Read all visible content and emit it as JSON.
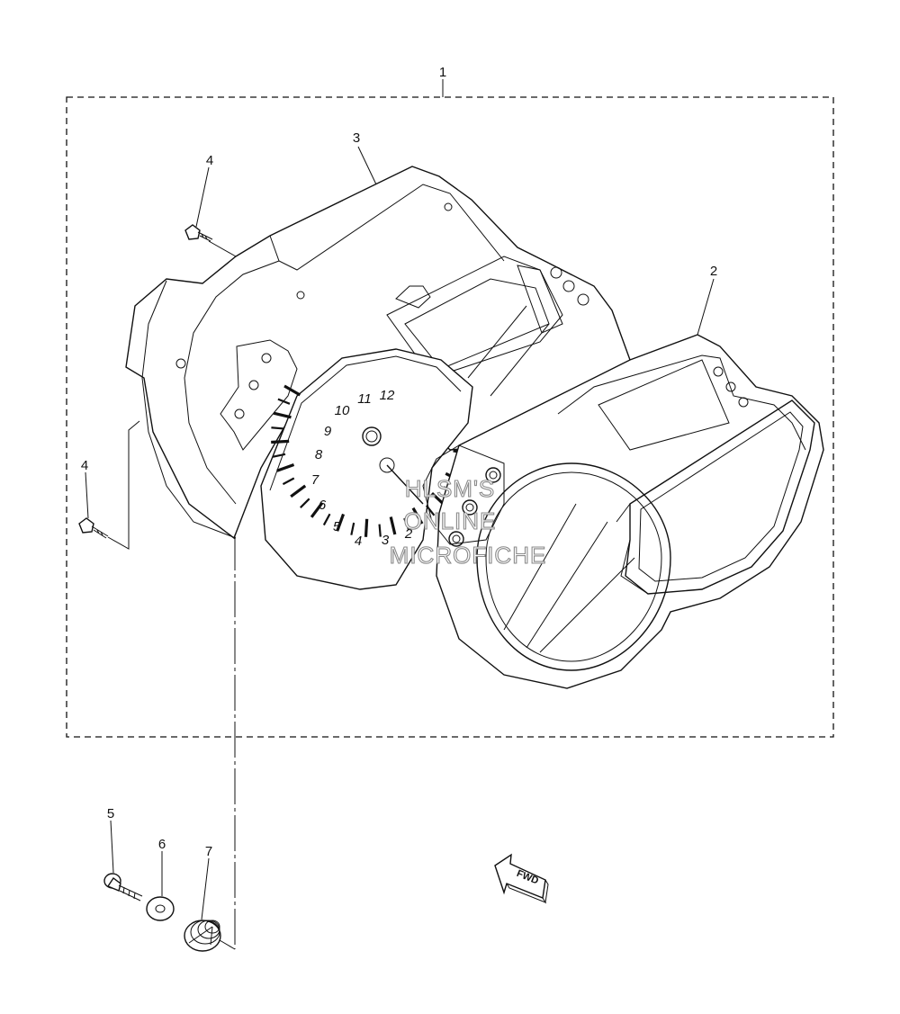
{
  "diagram": {
    "callouts": [
      {
        "id": "1",
        "label": "1"
      },
      {
        "id": "2",
        "label": "2"
      },
      {
        "id": "3",
        "label": "3"
      },
      {
        "id": "4a",
        "label": "4"
      },
      {
        "id": "4b",
        "label": "4"
      },
      {
        "id": "5",
        "label": "5"
      },
      {
        "id": "6",
        "label": "6"
      },
      {
        "id": "7",
        "label": "7"
      }
    ],
    "tachometer_numbers": [
      "2",
      "3",
      "4",
      "5",
      "6",
      "7",
      "8",
      "9",
      "10",
      "11",
      "12"
    ],
    "direction_arrow_label": "FWD",
    "watermark": [
      "HLSM'S",
      "ONLINE",
      "MICROFICHE"
    ]
  }
}
